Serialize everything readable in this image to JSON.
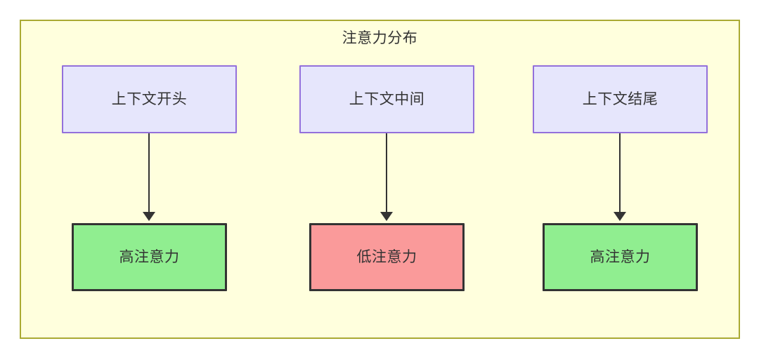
{
  "diagram": {
    "title": "注意力分布",
    "container": {
      "fill": "#ffffdd",
      "stroke": "#aaaa33"
    },
    "palette": {
      "context_fill": "#e6e6fc",
      "context_stroke": "#9370db",
      "high_fill": "#90ee90",
      "low_fill": "#fa9a9a",
      "node_stroke": "#333333",
      "text": "#333333"
    },
    "columns": [
      {
        "source": {
          "label": "上下文开头"
        },
        "target": {
          "label": "高注意力",
          "level": "high"
        }
      },
      {
        "source": {
          "label": "上下文中间"
        },
        "target": {
          "label": "低注意力",
          "level": "low"
        }
      },
      {
        "source": {
          "label": "上下文结尾"
        },
        "target": {
          "label": "高注意力",
          "level": "high"
        }
      }
    ]
  }
}
